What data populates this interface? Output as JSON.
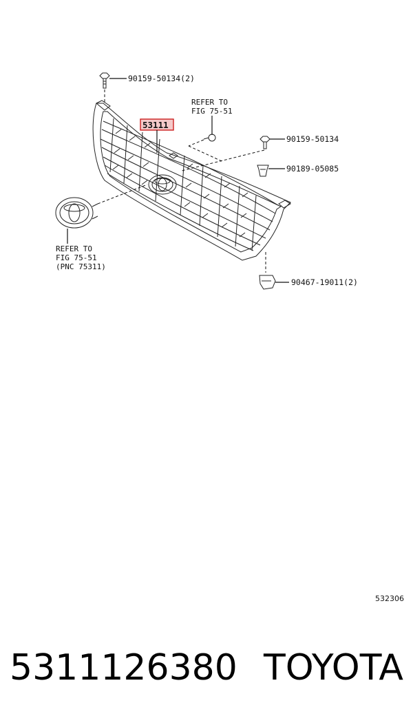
{
  "callouts": {
    "bolt_top": "90159-50134(2)",
    "refer_top_line1": "REFER TO",
    "refer_top_line2": "FIG 75-51",
    "main_part": "53111",
    "bolt_right": "90159-50134",
    "clip_right": "90189-05085",
    "refer_left_line1": "REFER TO",
    "refer_left_line2": "FIG 75-51",
    "refer_left_line3": "(PNC 75311)",
    "bracket": "90467-19011(2)"
  },
  "diagram_code": "532306",
  "footer": {
    "part_number": "5311126380",
    "brand": "TOYOTA"
  },
  "colors": {
    "highlight_border": "#cc2020",
    "highlight_fill": "#f4c9c9"
  }
}
